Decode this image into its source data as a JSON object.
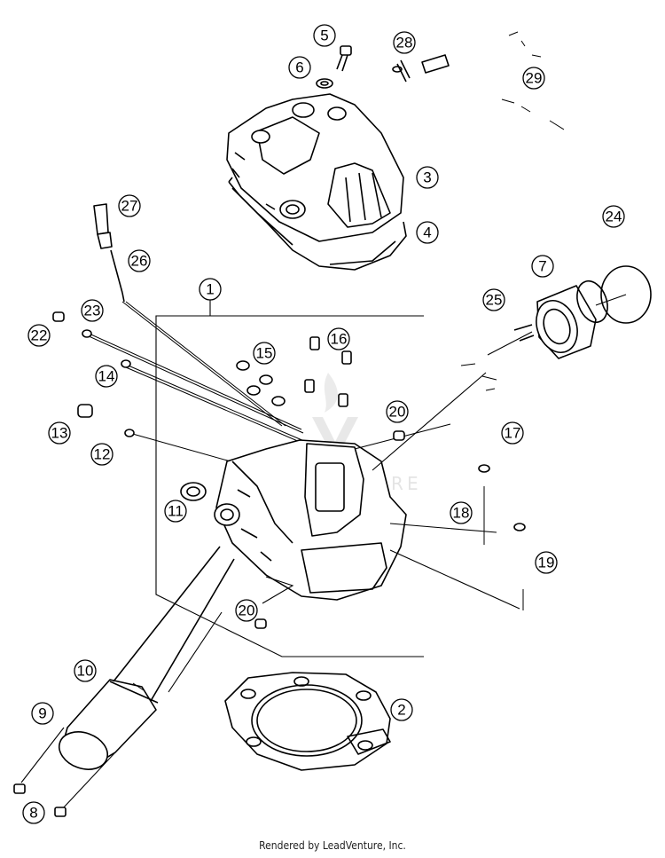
{
  "footer": "Rendered by LeadVenture, Inc.",
  "watermark": {
    "text": "LEADVENTURE"
  },
  "callouts": [
    {
      "label": "1"
    },
    {
      "label": "2"
    },
    {
      "label": "3"
    },
    {
      "label": "4"
    },
    {
      "label": "5"
    },
    {
      "label": "6"
    },
    {
      "label": "7"
    },
    {
      "label": "8"
    },
    {
      "label": "9"
    },
    {
      "label": "10"
    },
    {
      "label": "11"
    },
    {
      "label": "12"
    },
    {
      "label": "13"
    },
    {
      "label": "14"
    },
    {
      "label": "15"
    },
    {
      "label": "16"
    },
    {
      "label": "17"
    },
    {
      "label": "18"
    },
    {
      "label": "19"
    },
    {
      "label": "20"
    },
    {
      "label": "20"
    },
    {
      "label": "22"
    },
    {
      "label": "23"
    },
    {
      "label": "24"
    },
    {
      "label": "25"
    },
    {
      "label": "26"
    },
    {
      "label": "27"
    },
    {
      "label": "28"
    },
    {
      "label": "29"
    }
  ]
}
